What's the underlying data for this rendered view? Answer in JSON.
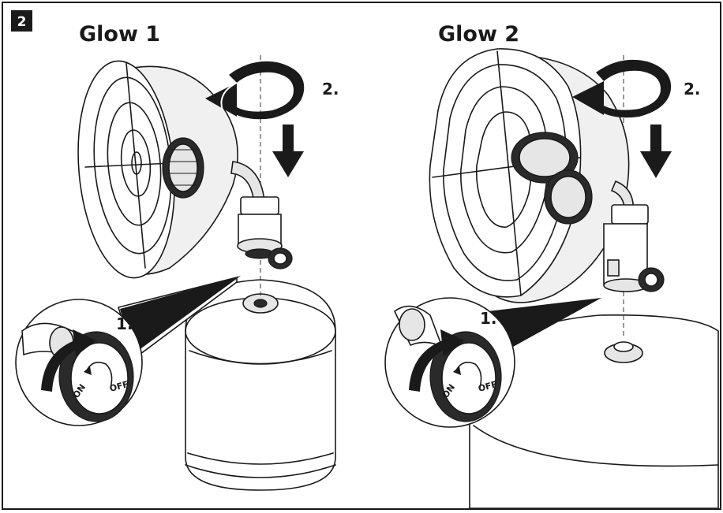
{
  "figure": {
    "step_number": "2",
    "panels": [
      {
        "title": "Glow 1",
        "step_rotate": "2.",
        "step_open_valve": "1.",
        "knob_on": "ON",
        "knob_off": "OFF"
      },
      {
        "title": "Glow 2",
        "step_rotate": "2.",
        "step_open_valve": "1.",
        "knob_on": "ON",
        "knob_off": "OFF"
      }
    ]
  },
  "icons": [
    "rotate-arrow-icon",
    "down-arrow-icon",
    "curved-arrow-icon"
  ],
  "colors": {
    "line": "#1a1a1a",
    "badge": "#1a1a1a",
    "shade": "#e6e6e6"
  }
}
